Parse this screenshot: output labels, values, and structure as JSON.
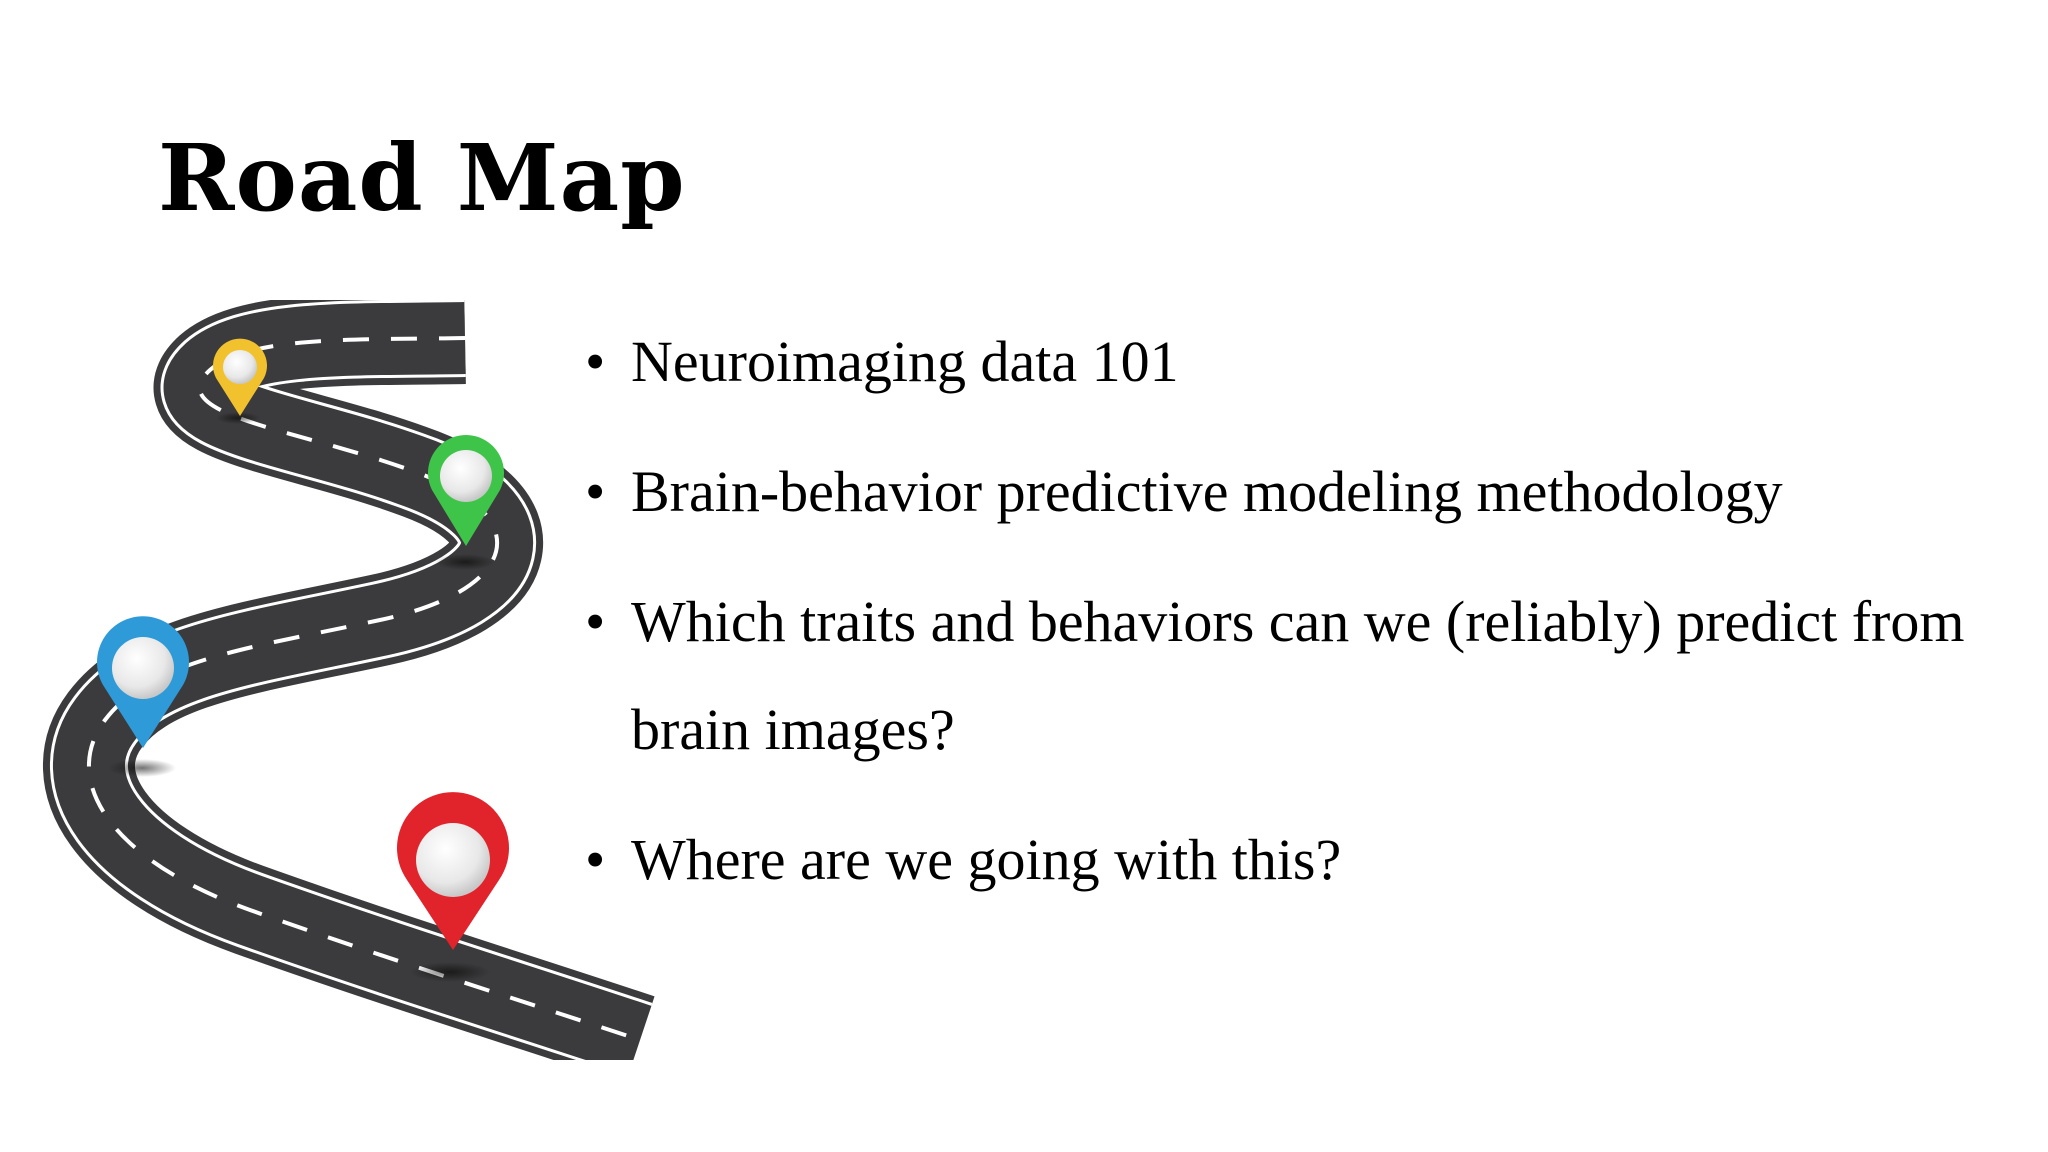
{
  "slide": {
    "title": "Road Map",
    "bullet_glyph": "•",
    "bullets": [
      "Neuroimaging data 101",
      "Brain-behavior predictive modeling methodology",
      "Which traits and behaviors can we (reliably) predict from brain images?",
      "Where are we going with this?"
    ]
  },
  "illustration": {
    "name": "winding-road-icon",
    "road_color": "#3b3b3d",
    "pin_colors": [
      "#f2c12e",
      "#3fc44a",
      "#2f9ad8",
      "#e1232b"
    ]
  }
}
